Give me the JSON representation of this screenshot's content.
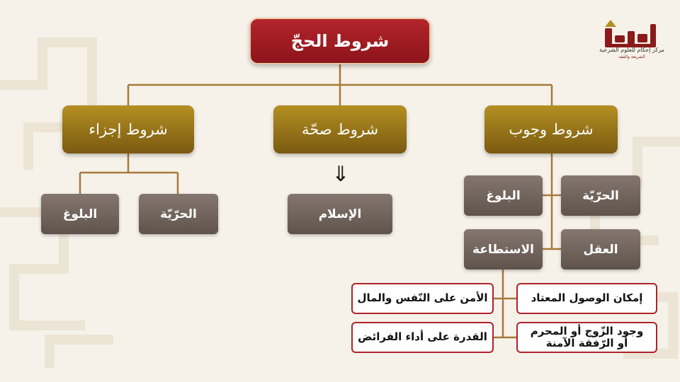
{
  "diagram": {
    "root": "شروط الحجّ",
    "categories": {
      "wujub": "شروط وجوب",
      "sihha": "شروط صحّة",
      "ijza": "شروط إجزاء"
    },
    "wujub_items": {
      "hurriya": "الحرّيّة",
      "bulugh": "البلوغ",
      "aql": "العقل",
      "istitaa": "الاستطاعة"
    },
    "istitaa_items": {
      "wusul": "إمكان الوصول المعتاد",
      "amn": "الأمن على النّفس والمال",
      "zawj": "وجود الزّوج أو المحرم أو الرّفقة الآمنة",
      "qudra": "القدرة على أداء الفرائض"
    },
    "sihha_items": {
      "islam": "الإسلام"
    },
    "sihha_arrow": "⇓",
    "ijza_items": {
      "hurriya": "الحرّيّة",
      "bulugh": "البلوغ"
    }
  },
  "logo": {
    "name": "إحكام",
    "tagline": "مركز إحكام للعلوم الشرعية",
    "sub": "الشريعة والفقه"
  },
  "colors": {
    "root": "#a01c22",
    "category": "#9a7418",
    "item": "#6f625a",
    "connector": "#a87a3a",
    "white_border": "#b0222a",
    "background": "#f6f2ea"
  }
}
